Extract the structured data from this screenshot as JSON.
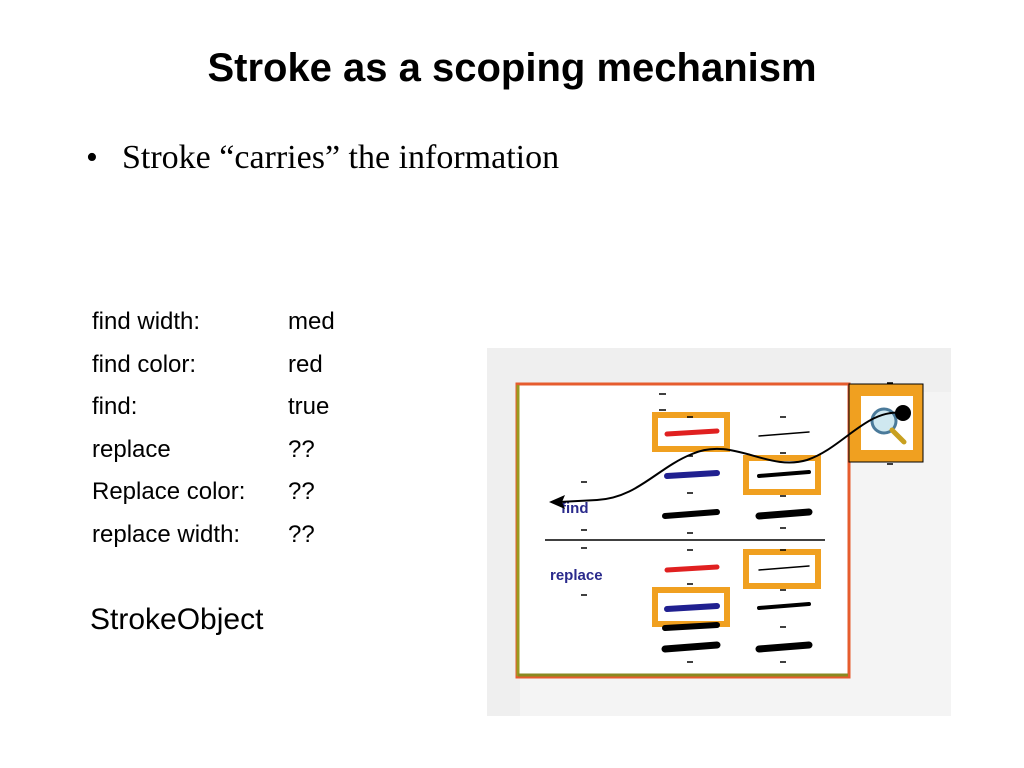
{
  "slide": {
    "title": "Stroke as a scoping mechanism",
    "bullet_marker": "•",
    "bullet": "Stroke “carries” the information"
  },
  "properties": [
    {
      "key": "find width:",
      "value": "med"
    },
    {
      "key": "find color:",
      "value": "red"
    },
    {
      "key": "find:",
      "value": "true"
    },
    {
      "key": "replace",
      "value": "??"
    },
    {
      "key": "Replace color:",
      "value": "??"
    },
    {
      "key": "replace width:",
      "value": "??"
    }
  ],
  "object_label": "StrokeObject",
  "diagram": {
    "find_label": "find",
    "replace_label": "replace",
    "icon": "magnifier-icon",
    "colors": {
      "highlight": "#f0a020",
      "find_stroke": "#e02020",
      "replace_stroke": "#202090",
      "ink": "#000000",
      "panel_border": "#e65c2e",
      "panel_border_left": "#9a9a20"
    }
  }
}
